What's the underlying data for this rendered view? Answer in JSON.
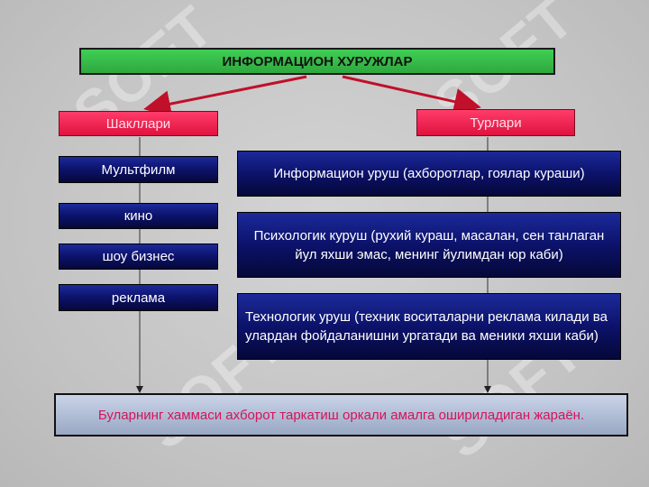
{
  "title": "ИНФОРМАЦИОН ХУРУЖЛАР",
  "left_header": "Шакллари",
  "right_header": "Турлари",
  "forms": [
    "Мультфилм",
    "кино",
    "шоу бизнес",
    "реклама"
  ],
  "types": [
    "Информацион уруш  (ахборотлар, гоялар кураши)",
    "Психологик куруш     (рухий кураш, масалан, сен танлаган  йул яхши эмас, менинг йулимдан юр каби)",
    "Технологик уруш (техник воситаларни реклама килади ва     улардан фойдаланишни ургатади ва меники яхши каби)"
  ],
  "conclusion": "Буларнинг хаммаси ахборот таркатиш оркали амалга ошириладиган жараён.",
  "watermark": "SOFT",
  "colors": {
    "title_green": "#3fcf55",
    "header_red": "#e0123e",
    "box_blue": "#0c126a",
    "arrow_red": "#c0102a",
    "conclusion_text": "#d4145a"
  }
}
